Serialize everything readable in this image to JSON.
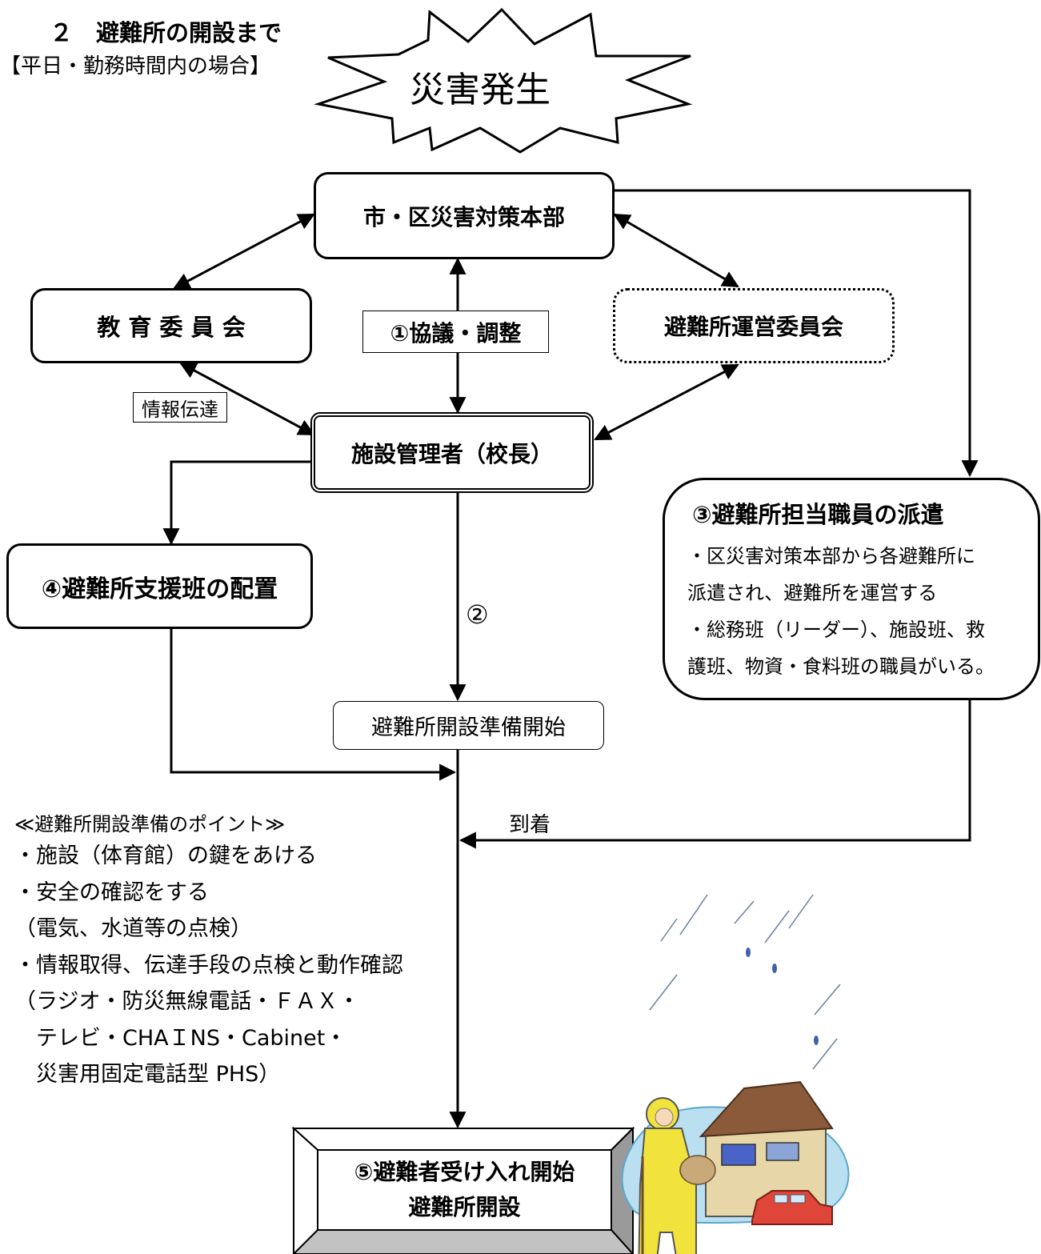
{
  "header": {
    "section_title": "２　避難所の開設まで",
    "subtitle": "【平日・勤務時間内の場合】"
  },
  "burst_label": "災害発生",
  "nodes": {
    "hq": "市・区災害対策本部",
    "education": "教 育 委 員 会",
    "mgmt_committee": "避難所運営委員会",
    "consult": "①協議・調整",
    "info_transfer": "情報伝達",
    "manager": "施設管理者（校長）",
    "support_team": "④避難所支援班の配置",
    "step2": "②",
    "prep_start": "避難所開設準備開始",
    "arrival": "到着",
    "final_line1": "⑤避難者受け入れ開始",
    "final_line2": "避難所開設"
  },
  "staff_box": {
    "title": "③避難所担当職員の派遣",
    "lines": [
      "・区災害対策本部から各避難所に",
      "派遣され、避難所を運営する",
      "・総務班（リーダー）、施設班、救",
      "護班、物資・食料班の職員がいる。"
    ]
  },
  "points": {
    "title": "≪避難所開設準備のポイント≫",
    "lines": [
      "・施設（体育館）の鍵をあける",
      "・安全の確認をする",
      "（電気、水道等の点検）",
      "・情報取得、伝達手段の点検と動作確認",
      "（ラジオ・防災無線電話・ＦＡＸ・",
      "　テレビ・CHAＩNS・Cabinet・",
      "　災害用固定電話型 PHS）"
    ]
  },
  "illustration": "flood-evacuee-illustration"
}
